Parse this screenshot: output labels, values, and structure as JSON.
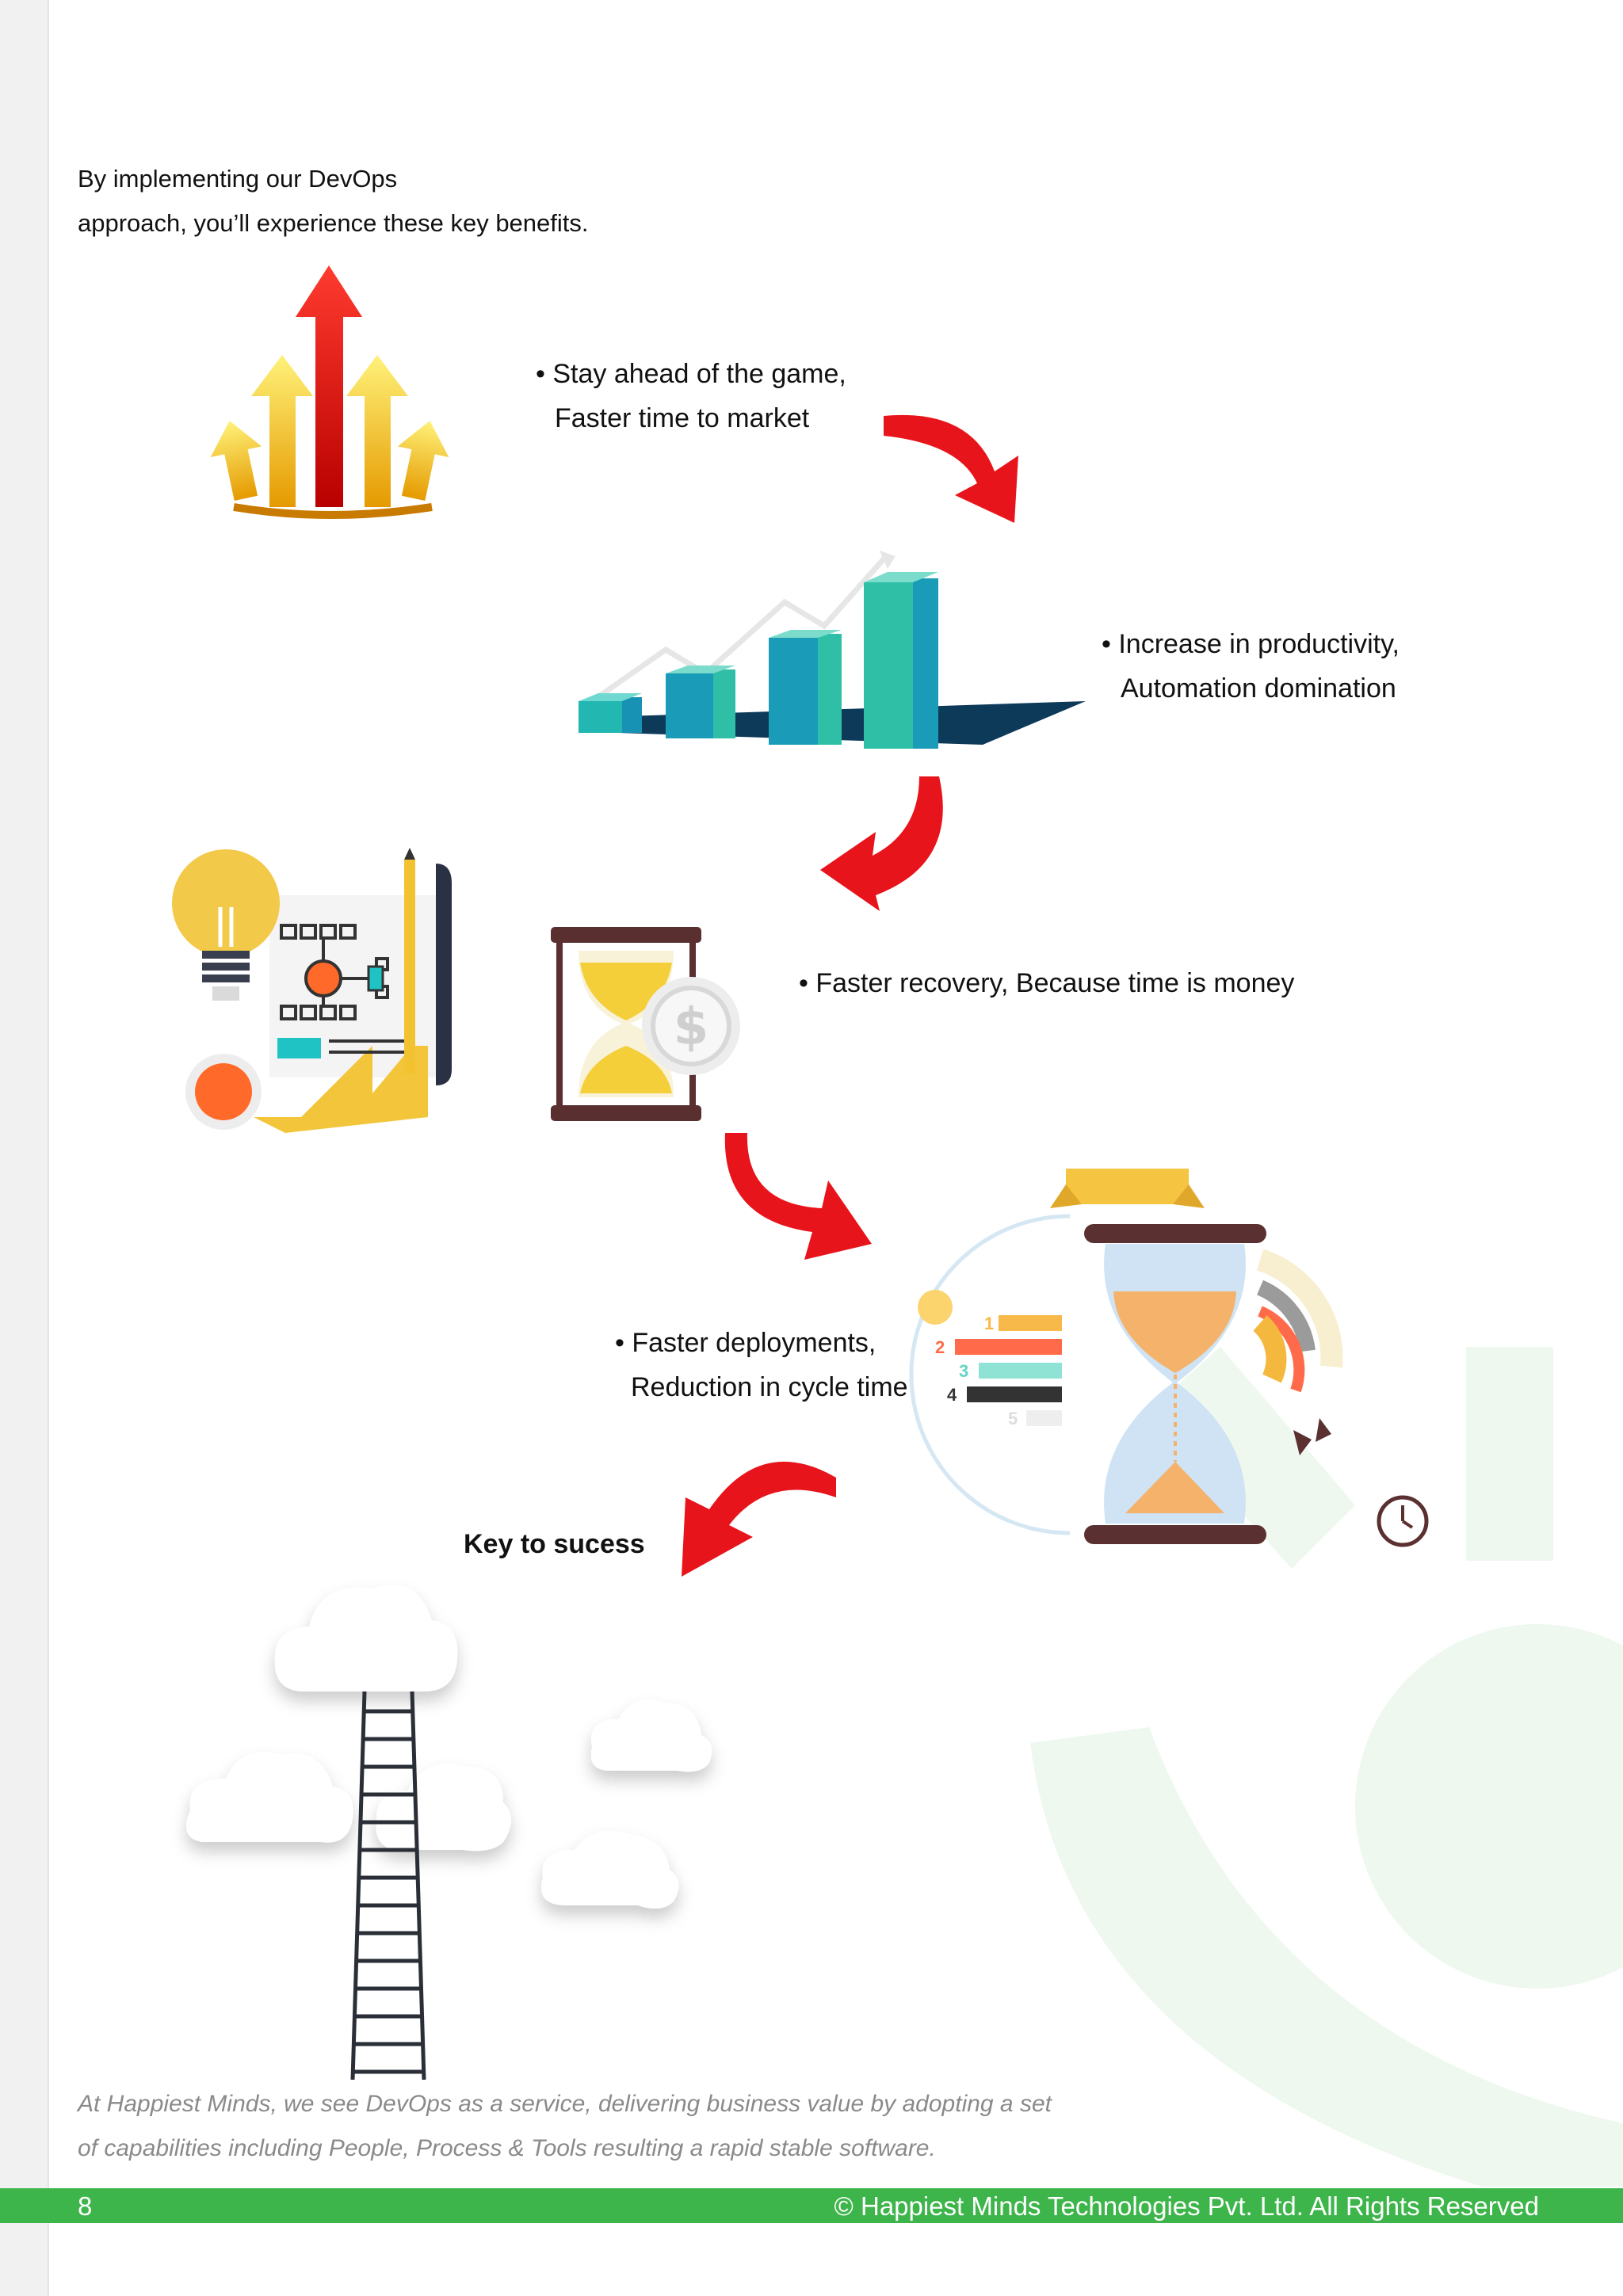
{
  "intro": {
    "line1": "By implementing our DevOps",
    "line2": "approach, you’ll experience these key benefits."
  },
  "benefits": [
    {
      "line1": "• Stay ahead of the game,",
      "line2": "Faster time to market"
    },
    {
      "line1": "• Increase in productivity,",
      "line2": "Automation domination"
    },
    {
      "line1": "• Faster recovery, Because time is money",
      "line2": ""
    },
    {
      "line1": "• Faster deployments,",
      "line2": "Reduction in cycle time"
    }
  ],
  "key_label": "Key to sucess",
  "infographic_numbers": [
    "1",
    "2",
    "3",
    "4",
    "5"
  ],
  "closing": {
    "line1": "At Happiest Minds, we see DevOps as a service, delivering business value by adopting a set",
    "line2": "of capabilities including People, Process & Tools resulting a rapid stable software."
  },
  "footer": {
    "page_number": "8",
    "copyright": "© Happiest Minds Technologies Pvt. Ltd. All Rights Reserved"
  },
  "colors": {
    "brand_green": "#3db54a",
    "arrow_red": "#e8141b",
    "teal": "#1fb5a8",
    "watermark_green": "#eef8ee"
  },
  "icons": [
    "growth-arrows-icon",
    "bar-chart-icon",
    "lightbulb-blueprint-icon",
    "hourglass-coin-icon",
    "hourglass-infographic-icon",
    "clouds-ladder-icon",
    "curved-arrow-icon",
    "clock-icon"
  ]
}
